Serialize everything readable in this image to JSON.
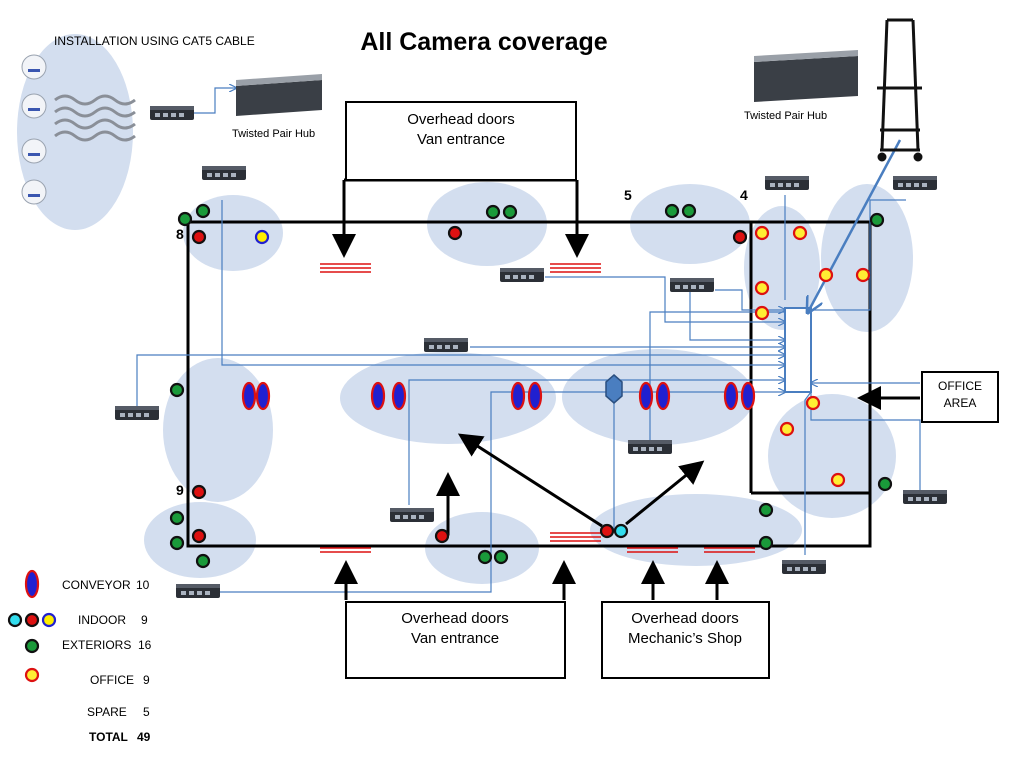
{
  "title": "All Camera coverage",
  "installation_label": "INSTALLATION USING CAT5 CABLE",
  "hub_label_left": "Twisted Pair Hub",
  "hub_label_right": "Twisted Pair Hub",
  "zone_numbers": {
    "n8": "8",
    "n9": "9",
    "n5": "5",
    "n4": "4"
  },
  "doors": {
    "top": [
      "Overhead doors",
      "Van entrance"
    ],
    "bottom_left": [
      "Overhead doors",
      "Van entrance"
    ],
    "bottom_right": [
      "Overhead doors",
      "Mechanic’s Shop"
    ]
  },
  "office_area": [
    "OFFICE",
    "AREA"
  ],
  "legend": [
    {
      "label": "CONVEYOR",
      "count": "10",
      "colors": [
        "#2020d0",
        "#e02020"
      ]
    },
    {
      "label": "INDOOR",
      "count": "9",
      "colors": [
        "#33ddee",
        "#dd1111",
        "#ffee00"
      ]
    },
    {
      "label": "EXTERIORS",
      "count": "16",
      "colors": [
        "#1a9a3a"
      ]
    },
    {
      "label": "OFFICE",
      "count": "9",
      "colors": [
        "#ffee33",
        "#dd1111"
      ]
    },
    {
      "label": "SPARE",
      "count": "5",
      "colors": []
    },
    {
      "label": "TOTAL",
      "count": "49",
      "colors": []
    }
  ],
  "colors": {
    "coverage": "#d3deef",
    "wire": "#4a7ec0",
    "exterior": "#1a9a3a",
    "indoor": "#dd1111",
    "office": "#ffee33",
    "conveyor": "#2020d0"
  }
}
